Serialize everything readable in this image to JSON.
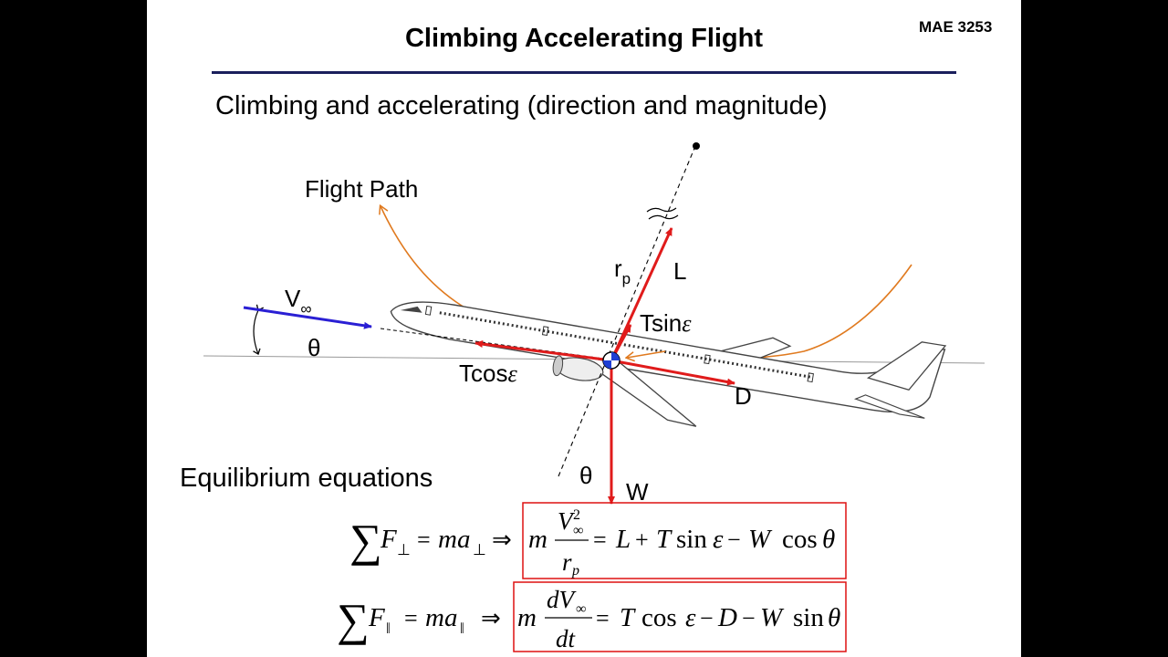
{
  "slide": {
    "title": "Climbing Accelerating Flight",
    "course": "MAE 3253",
    "subtitle": "Climbing and accelerating (direction and magnitude)",
    "equations_label": "Equilibrium equations"
  },
  "diagram": {
    "flight_path_label": "Flight Path",
    "velocity_label": "V",
    "velocity_sub": "∞",
    "theta_label": "θ",
    "radius_label": "r",
    "radius_sub": "p",
    "lift_label": "L",
    "tsin_label": "Tsin",
    "tcos_label": "Tcos",
    "epsilon": "ε",
    "drag_label": "D",
    "weight_label": "W",
    "colors": {
      "forces": "#e01b1b",
      "velocity": "#2a1fd4",
      "flight_path": "#e07a1f",
      "rule": "#1a1f5c"
    }
  },
  "equations": {
    "eq1": {
      "lhs": "∑F⊥ = ma⊥",
      "rhs": "m V∞²/rp = L + T sin ε − W cos θ"
    },
    "eq2": {
      "lhs": "∑F∥ = ma∥",
      "rhs": "m dV∞/dt = T cos ε − D − W sin θ"
    }
  }
}
